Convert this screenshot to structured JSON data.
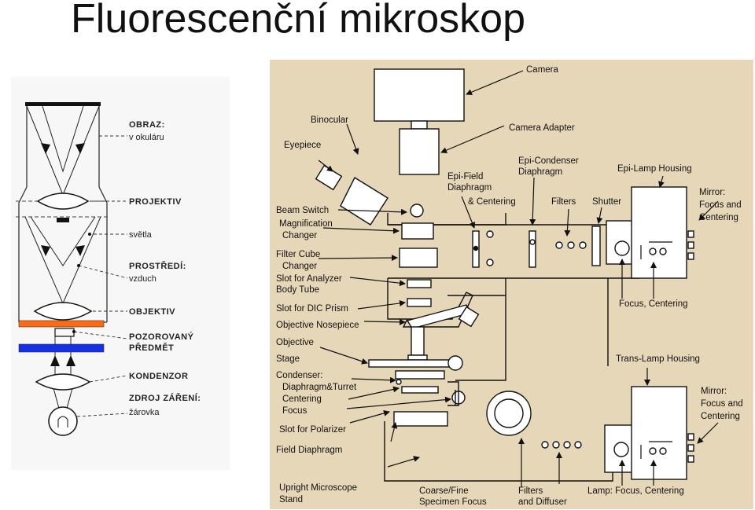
{
  "title": "Fluorescenční mikroskop",
  "left_labels": {
    "obraz": "OBRAZ:",
    "v_okularu": "v okuláru",
    "projektiv": "PROJEKTIV",
    "svetla": "světla",
    "prostredi": "PROSTŘEDÍ:",
    "vzduch": "vzduch",
    "objektiv": "OBJEKTIV",
    "pozorovany": "POZOROVANÝ",
    "predmet": "PŘEDMĚT",
    "kondenzor": "KONDENZOR",
    "zdroj": "ZDROJ ZÁŘENÍ:",
    "zarovka": "žárovka"
  },
  "right_labels": {
    "camera": "Camera",
    "binocular": "Binocular",
    "camera_adapter": "Camera Adapter",
    "eyepiece": "Eyepiece",
    "epi_condenser_1": "Epi-Condenser",
    "epi_condenser_2": "Diaphragm",
    "epi_lamp_housing": "Epi-Lamp Housing",
    "epi_field_1": "Epi-Field",
    "epi_field_2": "Diaphragm",
    "epi_field_3": "& Centering",
    "filters": "Filters",
    "shutter": "Shutter",
    "mirror_top_1": "Mirror:",
    "mirror_top_2": "Focus and",
    "mirror_top_3": "Centering",
    "beam_switch": "Beam Switch",
    "magnification_1": "Magnification",
    "magnification_2": "Changer",
    "filter_cube_1": "Filter Cube",
    "filter_cube_2": "Changer",
    "slot_analyzer_1": "Slot for Analyzer",
    "slot_analyzer_2": "Body Tube",
    "focus_centering": "Focus, Centering",
    "slot_dic": "Slot for DIC Prism",
    "objective_nosepiece": "Objective Nosepiece",
    "objective": "Objective",
    "trans_lamp_housing": "Trans-Lamp Housing",
    "stage": "Stage",
    "condenser_1": "Condenser:",
    "condenser_2": "Diaphragm&Turret",
    "condenser_3": "Centering",
    "condenser_4": "Focus",
    "mirror_bottom_1": "Mirror:",
    "mirror_bottom_2": "Focus and",
    "mirror_bottom_3": "Centering",
    "slot_polarizer": "Slot for Polarizer",
    "field_diaphragm": "Field Diaphragm",
    "upright_1": "Upright Microscope",
    "upright_2": "Stand",
    "coarse_1": "Coarse/Fine",
    "coarse_2": "Specimen Focus",
    "filters_diffuser_1": "Filters",
    "filters_diffuser_2": "and Diffuser",
    "lamp_focus": "Lamp: Focus, Centering"
  },
  "colors": {
    "parchment": "#e6d7b8",
    "ink": "#111111",
    "specimen_orange": "#ff6a13",
    "specimen_blue": "#1430e6"
  }
}
